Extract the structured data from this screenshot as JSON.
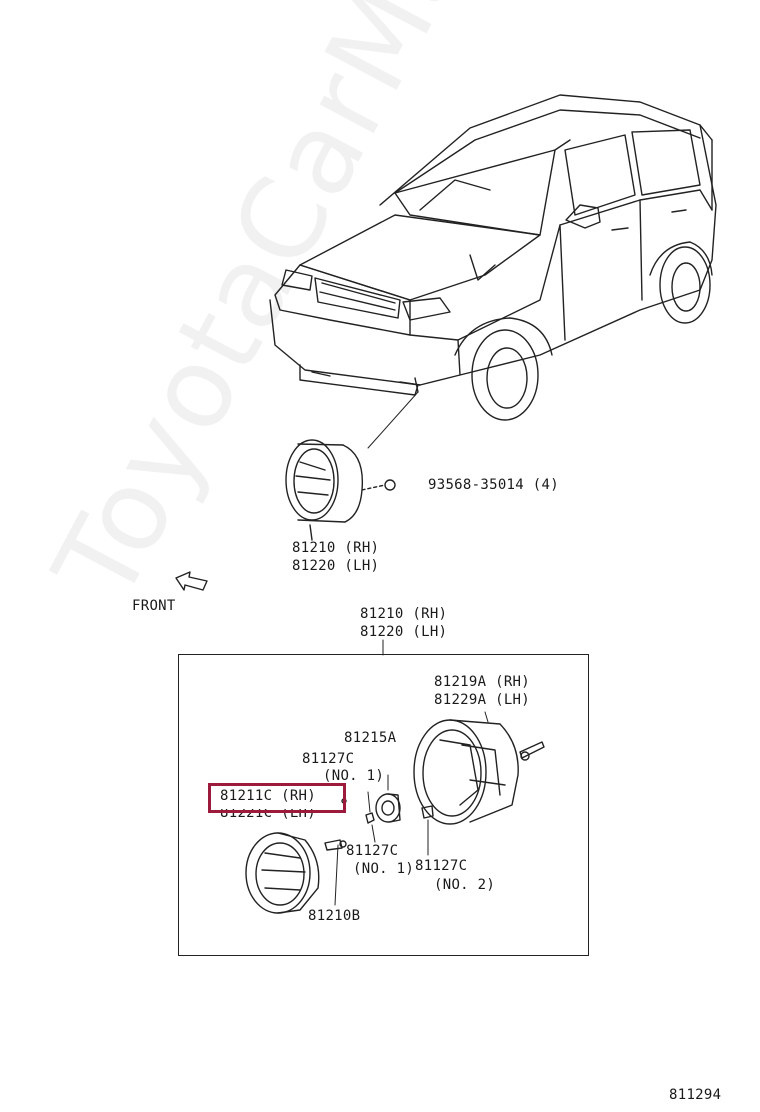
{
  "watermark": "ToyotaCarMan.ru",
  "front_label": "FRONT",
  "callouts": {
    "fog_lamp_rh": "81210 (RH)",
    "fog_lamp_lh": "81220 (LH)",
    "bolt": "93568-35014 (4)",
    "assy_rh": "81210 (RH)",
    "assy_lh": "81220 (LH)",
    "housing_rh": "81219A (RH)",
    "housing_lh": "81229A (LH)",
    "socket": "81215A",
    "screw_top": "81127C",
    "screw_top_no": "(NO. 1)",
    "lens_rh": "81211C (RH)",
    "lens_lh": "81221C (LH)",
    "screw_mid": "81127C",
    "screw_mid_no": "(NO. 1)",
    "screw_right": "81127C",
    "screw_right_no": "(NO. 2)",
    "bulb": "81210B"
  },
  "highlight_color": "#9c1a3b",
  "diagram_code": "811294"
}
